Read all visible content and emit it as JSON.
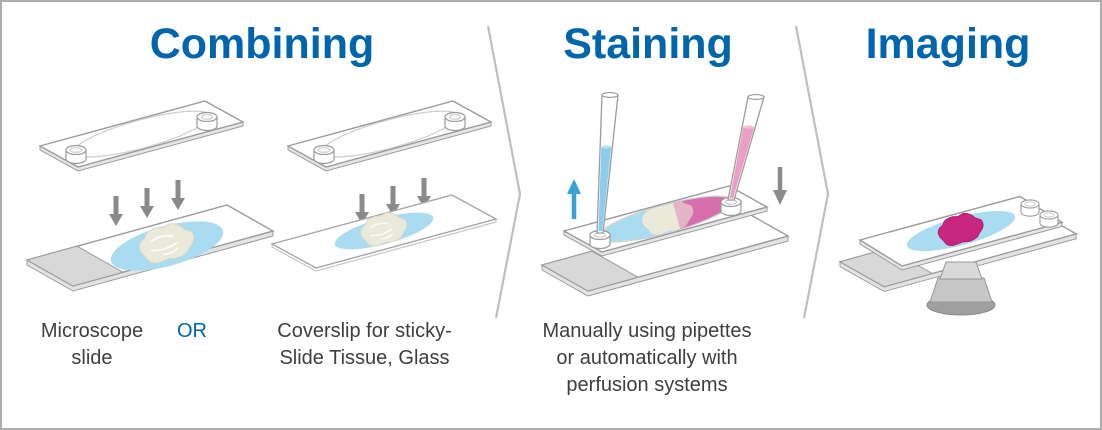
{
  "sections": {
    "combining": {
      "title": "Combining",
      "left_option_label": "Microscope\nslide",
      "or_label": "OR",
      "right_option_label": "Coverslip for sticky-\nSlide Tissue, Glass"
    },
    "staining": {
      "title": "Staining",
      "caption": "Manually using pipettes\nor automatically with\nperfusion systems"
    },
    "imaging": {
      "title": "Imaging"
    }
  },
  "icons": [
    "sticky-slide-chamber-icon",
    "down-arrows-icon",
    "microscope-slide-icon",
    "coverslip-icon",
    "pipette-blue-icon",
    "pipette-pink-icon",
    "flow-up-arrow-icon",
    "flow-down-arrow-icon",
    "stained-slide-icon",
    "objective-icon",
    "section-divider"
  ],
  "colors": {
    "heading_blue": "#0065ac",
    "body_text": "#3e3e3e",
    "channel_blue": "#a9dbf1",
    "tissue_beige": "#ebe9da",
    "stain_magenta": "#c9267f",
    "pipette_blue": "#8bcdec",
    "pipette_pink": "#eb9ec6",
    "arrow_blue": "#35a3d6",
    "arrow_gray": "#8a8a8a",
    "outline_gray": "#9b9b9b",
    "divider_gray": "#bfbfbf",
    "border_gray": "#adadad"
  }
}
